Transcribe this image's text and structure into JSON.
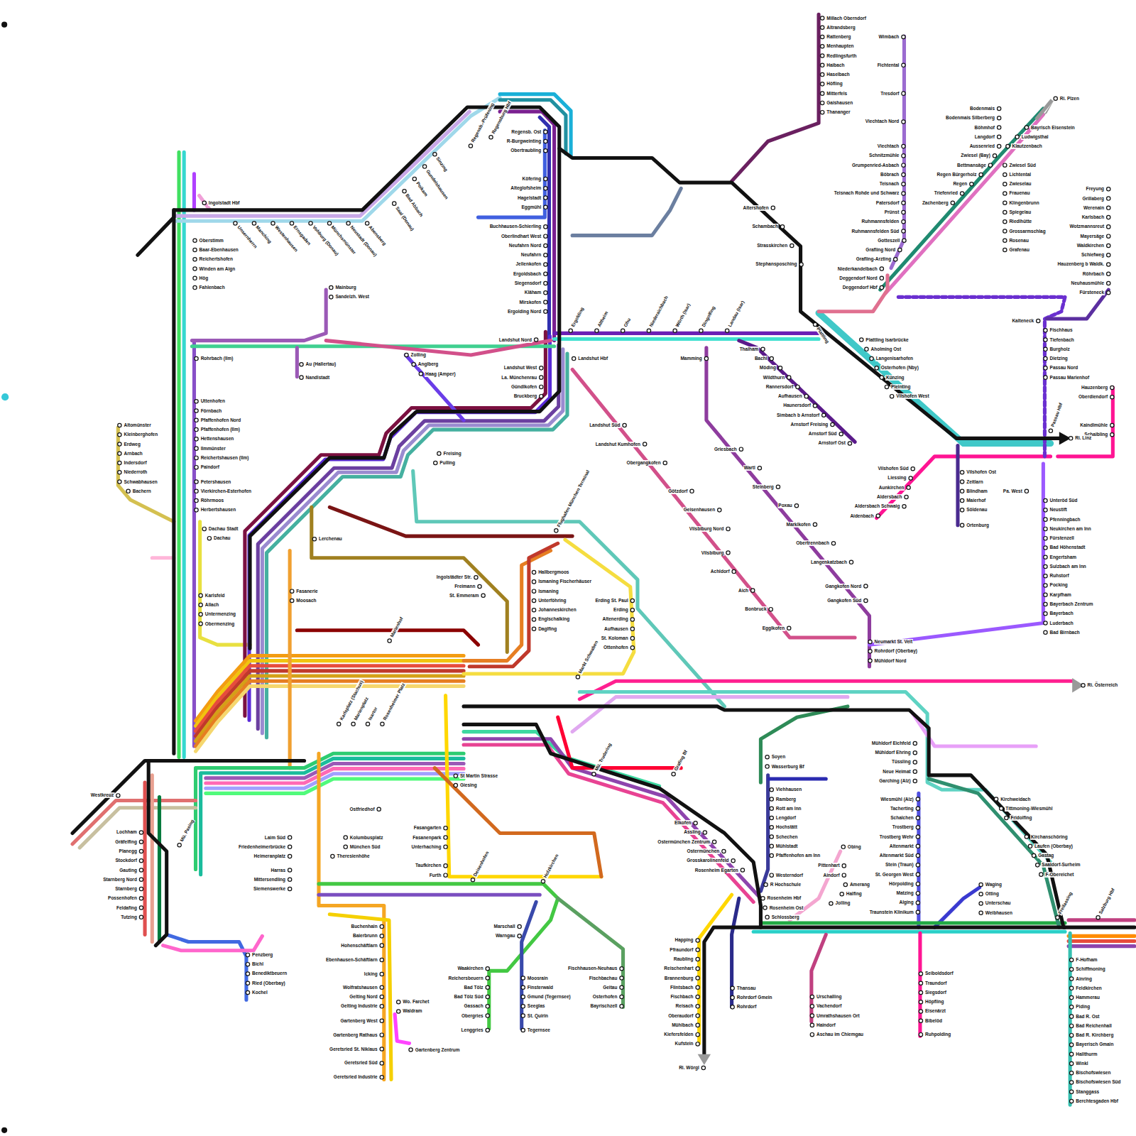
{
  "diagram": {
    "labels": [
      "Millach Oberndorf",
      "Altrandsberg",
      "Rattenberg",
      "Menhaupten",
      "Redlingsfurth",
      "Haibach",
      "Haselbach",
      "Höfling",
      "Mitterfels",
      "Gaishausen",
      "Thananger",
      "Wimbach",
      "Fichtental",
      "Tresdorf",
      "Viechtach Nord",
      "Viechtach",
      "Schnitzmühle",
      "Grumpenried-Asbach",
      "Böbrach",
      "Teisnach",
      "Teisnach Rohde und Schwarz",
      "Patersdorf",
      "Prünst",
      "Ruhmannsfelden",
      "Ruhmannsfelden Süd",
      "Gotteszell",
      "Grafling Nord",
      "Grafling-Arzting",
      "Niederkandelbach",
      "Deggendorf Nord",
      "Deggendorf Hbf",
      "Bodenmais",
      "Bodenmais Silberberg",
      "Böhmhof",
      "Langdorf",
      "Aussenried",
      "Zwiesel (Bay)",
      "Bettmansäge",
      "Regen Bürgerholz",
      "Regen",
      "Triefenried",
      "Zachenberg",
      "Bayrisch Eisenstein",
      "Ludwigsthal",
      "Klautzenbach",
      "Zwiesel Süd",
      "Lichtental",
      "Zwieselau",
      "Frauenau",
      "Klingenbrunn",
      "Spiegelau",
      "Riedlhütte",
      "Grossarmschlag",
      "Rosenau",
      "Grafenau",
      "Ri. Plzen",
      "Freyung",
      "Grillaberg",
      "Werenain",
      "Karlsbach",
      "Wotzmannsreut",
      "Mayersäge",
      "Waldkirchen",
      "Schiefweg",
      "Hauzenberg b Waldk.",
      "Röhrbach",
      "Neuhausmühle",
      "Fürsteneck",
      "Kalteneck",
      "Fischhaus",
      "Tiefenbach",
      "Burgholz",
      "Dietzing",
      "Passau Nord",
      "Passau Marienhof",
      "Hauzenberg",
      "Oberdiendorf",
      "Kaindlmühle",
      "Schaibling",
      "Ri. Linz",
      "Passau Hbf",
      "Pa. West",
      "Unteröd Süd",
      "Neustift",
      "Pfenningbach",
      "Neukirchen am Inn",
      "Fürstenzell",
      "Bad Höhenstadt",
      "Engertsham",
      "Sulzbach am Inn",
      "Ruhstorf",
      "Pocking",
      "Karpfham",
      "Bayerbach Zentrum",
      "Bayerbach",
      "Luderbach",
      "Bad Birnbach",
      "Vilshofen Süd",
      "Liessing",
      "Aunkirchen",
      "Aldersbach",
      "Aldersbach Schwaig",
      "Aidenbach",
      "Vilshofen Ost",
      "Zeitlarn",
      "Blindham",
      "Maierhof",
      "Söldenau",
      "Ortenburg",
      "Plattling Isarbrücke",
      "Aholming Ost",
      "Langenisarhofen",
      "Osterhofen (Nby)",
      "Künzing",
      "Pleinting",
      "Vilshofen West",
      "Altershofen",
      "Schambach",
      "Strasskirchen",
      "Stephansposching",
      "Thalham",
      "Bachl",
      "Möding",
      "Wildthurn",
      "Rannersdorf",
      "Aufhausen",
      "Haunersdorf",
      "Simbach b Arnstorf",
      "Arnstorf Freising",
      "Arnstorf Süd",
      "Arnstorf Ost",
      "Mamming",
      "Griesbach",
      "Wartl",
      "Steinberg",
      "Poxau",
      "Marklkofen",
      "Obertrennbach",
      "Langenkatzbach",
      "Gangkofen Nord",
      "Gangkofen Süd",
      "Neumarkt St. Veit",
      "Rohrdorf (Oberbay)",
      "Mühldorf Nord",
      "Landshut Süd",
      "Landshut Kumhofen",
      "Obergangkofen",
      "Götzdorf",
      "Geisenhausen",
      "Vilsbiburg Nord",
      "Vilsbiburg",
      "Achldorf",
      "Aich",
      "Bonbruck",
      "Egglkofen",
      "Regensb. Ost",
      "R-Burgweinting",
      "Obertraubling",
      "Köfering",
      "Alteglofsheim",
      "Hagelstadt",
      "Eggmühl",
      "Buchhausen-Schierling",
      "Oberlindhart West",
      "Neufahrn Nord",
      "Neufahrn",
      "Jellenkofen",
      "Ergoldsbach",
      "Siegensdorf",
      "Kläham",
      "Mirskofen",
      "Ergolding Nord",
      "Landshut Nord",
      "Landshut Hbf",
      "Landshut West",
      "La. Münchenrau",
      "Gündlkofen",
      "Bruckberg",
      "Regensb.-Prüfening",
      "Regensburg Hbf",
      "Unsernherrn",
      "Manching",
      "Westenhausen",
      "Ernsgaden",
      "Vohburg (Donau)",
      "Münchsmünster",
      "Neustadt (Donau)",
      "Abensberg",
      "Saal (Donau)",
      "Bad Abbach",
      "Poikam",
      "Gundelshausen",
      "Sinzing",
      "Ingolstadt Hbf",
      "Oberstimm",
      "Baar-Ebenhausen",
      "Reichertshofen",
      "Winden am Aign",
      "Hög",
      "Fahlenbach",
      "Rohrbach (Ilm)",
      "Uttenhofen",
      "Förnbach",
      "Pfaffenhofen Nord",
      "Pfaffenhofen (Ilm)",
      "Hettenshausen",
      "Ilmmünster",
      "Reichertshausen (Ilm)",
      "Paindorf",
      "Petershausen",
      "Vierkirchen-Esterhofen",
      "Röhrmoos",
      "Herbertshausen",
      "Dachau Stadt",
      "Dachau",
      "Altomünster",
      "Kleinberghofen",
      "Erdweg",
      "Arnbach",
      "Indersdorf",
      "Niederroth",
      "Schwabhausen",
      "Bachern",
      "Mainburg",
      "Sandelzh. West",
      "Au (Hallertau)",
      "Nandlstadt",
      "Zolling",
      "Anglberg",
      "Haag (Amper)",
      "Freising",
      "Pulling",
      "Flughafen München Terminal",
      "Hallbergmoos",
      "Ismaning Fischerhäuser",
      "Ismaning",
      "Unterföhring",
      "Johanneskirchen",
      "Englschalking",
      "Daglfing",
      "Erding St. Paul",
      "Erding",
      "Altenerding",
      "Aufhausen",
      "St. Koloman",
      "Ottenhofen",
      "Ingolstädter Str.",
      "Freimann",
      "St. Emmeram",
      "Karlsfeld",
      "Allach",
      "Untermenzing",
      "Obermenzing",
      "Lerchenau",
      "Fasanerie",
      "Moosach",
      "Laim Süd",
      "Friedenheimerbrücke",
      "Heimeranplatz",
      "Harras",
      "Mittersendling",
      "Siemenswerke",
      "Ostfriedhof",
      "Kolumbusplatz",
      "München Süd",
      "Theresienhöhe",
      "St Martin Strasse",
      "Giesing",
      "Fasangarten",
      "Fasanenpark",
      "Unterhaching",
      "Taufkirchen",
      "Furth",
      "Westkreuz",
      "Lochham",
      "Gräfelfing",
      "Planegg",
      "Stockdorf",
      "Gauting",
      "Starnberg Nord",
      "Starnberg",
      "Possenhofen",
      "Feldafing",
      "Tutzing",
      "Mü. Pasing",
      "Penzberg",
      "Bichl",
      "Benediktbeuern",
      "Ried (Oberbay)",
      "Kochel",
      "Buchenhain",
      "Baierbrunn",
      "Hohenschäftlarn",
      "Ebenhausen-Schäftlarn",
      "Icking",
      "Wolfratshausen",
      "Gelting Nord",
      "Gelting Industrie",
      "Gartenberg West",
      "Gartenberg Rathaus",
      "Geretsried St. Niklaus",
      "Geretsried Süd",
      "Geretsried Industrie",
      "Wo. Farchet",
      "Waldram",
      "Gartenberg Zentrum",
      "Waakirchen",
      "Reichersbeuern",
      "Bad Tölz",
      "Bad Tölz Süd",
      "Gassach",
      "Obergries",
      "Lenggries",
      "Moosrain",
      "Finsterwald",
      "Gmund (Tegernsee)",
      "Seeglas",
      "St. Quirin",
      "Tegernsee",
      "Marschall",
      "Warngau",
      "Fischhausen-Neuhaus",
      "Fischbachau",
      "Geitau",
      "Osterhofen",
      "Bayrischzell",
      "Happing",
      "Pfraundorf",
      "Raubling",
      "Reischenhart",
      "Brannenburg",
      "Flintsbach",
      "Fischbach",
      "Reisach",
      "Oberaudorf",
      "Mühlbach",
      "Kiefersfelden",
      "Kufstein",
      "Ri. Wörgl",
      "Elkofen",
      "Assling",
      "Ostermünchen Zentrum",
      "Ostermünchen",
      "Grosskarolinenfeld",
      "Rosenheim Egarten",
      "Westerndorf",
      "R Hochschule",
      "Rosenheim Hbf",
      "Rosenheim Ost",
      "Schlossberg",
      "Soyen",
      "Wasserburg Bf",
      "Viehhausen",
      "Ramberg",
      "Rott am Inn",
      "Lengdorf",
      "Hochstätt",
      "Schechen",
      "Mühlstadt",
      "Pfaffenhofen am Inn",
      "Obing",
      "Pittenhart",
      "Aindorf",
      "Amerang",
      "Halfing",
      "Jolling",
      "Wiesmühl (Alz)",
      "Tacherting",
      "Schalchen",
      "Trostberg",
      "Trostberg Wehr",
      "Altenmarkt",
      "Altenmarkt Süd",
      "Stein (Traun)",
      "St. Georgen West",
      "Hörpolding",
      "Matzing",
      "Alging",
      "Traunstein Klinikum",
      "Waging",
      "Otting",
      "Unterschau",
      "Weibhausen",
      "Mühldorf Eichfeld",
      "Mühldorf Ehring",
      "Tüssling",
      "Neue Heimat",
      "Garching (Alz)",
      "Kirchweidach",
      "Tittmoning-Wiesmühl",
      "Fridolfing",
      "Kirchanschöring",
      "Laufen (Oberbay)",
      "Gastag",
      "Saaldorf-Surheim",
      "F-Obereichet",
      "Seiboldsdorf",
      "Traundorf",
      "Siegsdorf",
      "Höpfling",
      "Eisenärzt",
      "Bibelöd",
      "Ruhpolding",
      "Urschalling",
      "Vachendorf",
      "Umrathshausen Ort",
      "Haindorf",
      "Aschau im Chiemgau",
      "Thansau",
      "Rohrdorf Gmein",
      "Rohrdorf",
      "F-Hofham",
      "Schiffmoning",
      "Ainring",
      "Feldkirchen",
      "Hammerau",
      "Piding",
      "Bad R. Ost",
      "Bad Reichenhall",
      "Bad R. Kirchberg",
      "Bayerisch Gmain",
      "Hallthurm",
      "Winkl",
      "Bischofswiesen",
      "Bischofswiesen Süd",
      "Stanggass",
      "Berchtesgaden Hbf",
      "Ri. Österreich",
      "Freilassing",
      "Salzburg Hbf",
      "Plattling",
      "Karlsplatz (Stachus)",
      "Marienplatz",
      "Isartor",
      "Rosenheimer Platz",
      "Marienhof",
      "Markt Schwaben",
      "Deisenhofen",
      "Holzkirchen",
      "Ergolding",
      "Altheim",
      "Ohu",
      "Niederaichbach",
      "Wörth (Isar)",
      "Dingolfing",
      "Landau (Isar)",
      "Mü. Trudering",
      "Grafing Bf"
    ]
  }
}
